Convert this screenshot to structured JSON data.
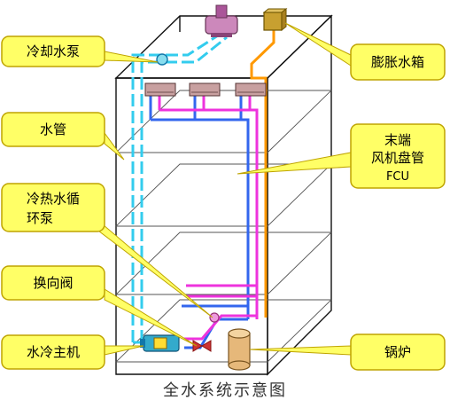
{
  "caption": "全水系统示意图",
  "labels": {
    "cooling_pump": "冷却水泵",
    "water_pipe": "水管",
    "circ_pump_line1": "冷热水循",
    "circ_pump_line2": "环泵",
    "reversing_valve": "换向阀",
    "chiller": "水冷主机",
    "expansion_tank": "膨胀水箱",
    "fcu_line1": "末端",
    "fcu_line2": "风机盘管",
    "fcu_line3": "FCU",
    "boiler": "锅炉"
  },
  "colors": {
    "callout_fill": "#FFFF66",
    "callout_stroke": "#BFA400",
    "building_line": "#111111",
    "cooling_water_pipe": "#33CCEE",
    "chilled_supply_pipe": "#3366EE",
    "chilled_return_pipe": "#EE33DD",
    "expansion_pipe": "#FF9900",
    "fcu_unit": "#C8A0A0",
    "fan_unit": "#CC88BB",
    "boiler": "#E6B87A",
    "expansion_tank": "#C8A030"
  }
}
